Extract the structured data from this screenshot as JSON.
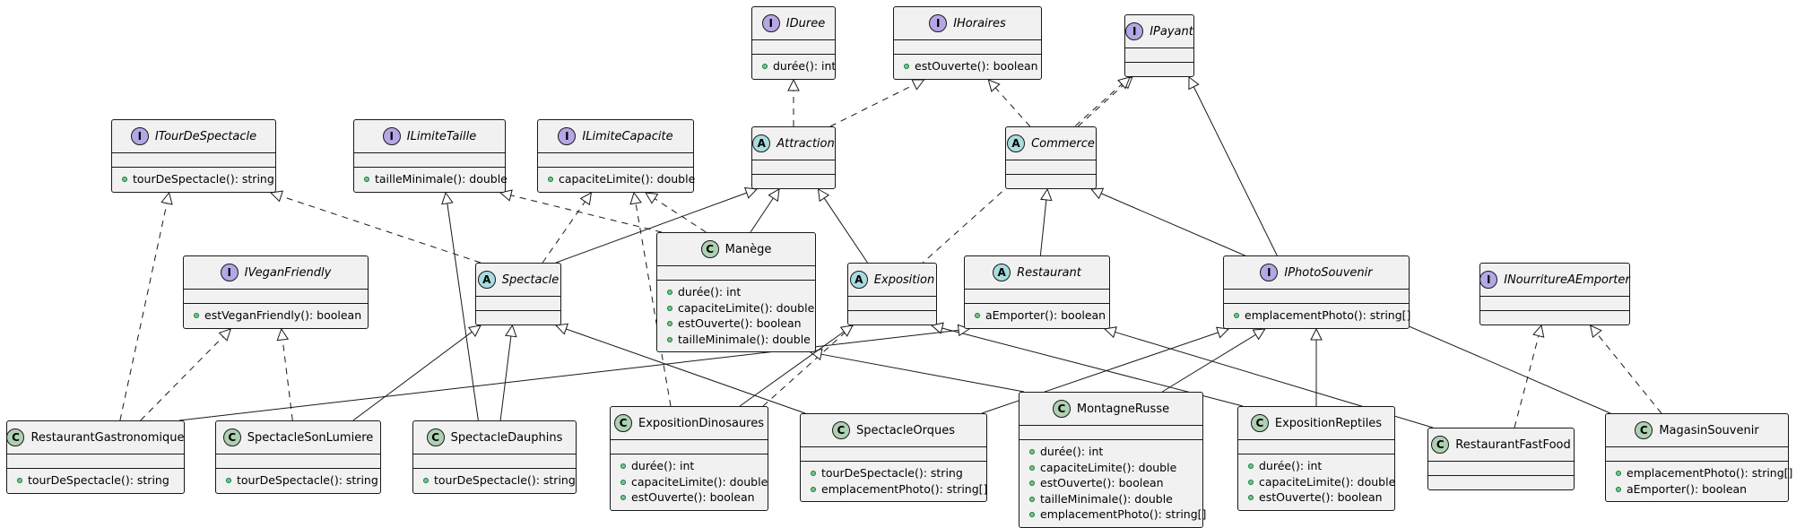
{
  "diagram": {
    "type": "uml-class-diagram",
    "colors": {
      "box_fill": "#f1f1f1",
      "border": "#181818",
      "interface_badge": "#b4a7e5",
      "abstract_badge": "#a9dcdf",
      "class_badge": "#add1b2",
      "public_method_dot": "#84be84"
    },
    "nodes": [
      {
        "id": "IDuree",
        "name": "IDuree",
        "kind": "interface",
        "badge": "I",
        "fields": [],
        "methods": [
          "durée(): int"
        ]
      },
      {
        "id": "IHoraires",
        "name": "IHoraires",
        "kind": "interface",
        "badge": "I",
        "fields": [],
        "methods": [
          "estOuverte(): boolean"
        ]
      },
      {
        "id": "IPayant",
        "name": "IPayant",
        "kind": "interface",
        "badge": "I",
        "fields": [],
        "methods": []
      },
      {
        "id": "ITourDeSpectacle",
        "name": "ITourDeSpectacle",
        "kind": "interface",
        "badge": "I",
        "fields": [],
        "methods": [
          "tourDeSpectacle(): string"
        ]
      },
      {
        "id": "ILimiteTaille",
        "name": "ILimiteTaille",
        "kind": "interface",
        "badge": "I",
        "fields": [],
        "methods": [
          "tailleMinimale(): double"
        ]
      },
      {
        "id": "ILimiteCapacite",
        "name": "ILimiteCapacite",
        "kind": "interface",
        "badge": "I",
        "fields": [],
        "methods": [
          "capaciteLimite(): double"
        ]
      },
      {
        "id": "Attraction",
        "name": "Attraction",
        "kind": "abstract",
        "badge": "A",
        "fields": [],
        "methods": []
      },
      {
        "id": "Commerce",
        "name": "Commerce",
        "kind": "abstract",
        "badge": "A",
        "fields": [],
        "methods": []
      },
      {
        "id": "IVeganFriendly",
        "name": "IVeganFriendly",
        "kind": "interface",
        "badge": "I",
        "fields": [],
        "methods": [
          "estVeganFriendly(): boolean"
        ]
      },
      {
        "id": "Spectacle",
        "name": "Spectacle",
        "kind": "abstract",
        "badge": "A",
        "fields": [],
        "methods": []
      },
      {
        "id": "Manege",
        "name": "Manège",
        "kind": "class",
        "badge": "C",
        "fields": [],
        "methods": [
          "durée(): int",
          "capaciteLimite(): double",
          "estOuverte(): boolean",
          "tailleMinimale(): double"
        ]
      },
      {
        "id": "Exposition",
        "name": "Exposition",
        "kind": "abstract",
        "badge": "A",
        "fields": [],
        "methods": []
      },
      {
        "id": "Restaurant",
        "name": "Restaurant",
        "kind": "abstract",
        "badge": "A",
        "fields": [],
        "methods": [
          "aEmporter(): boolean"
        ]
      },
      {
        "id": "IPhotoSouvenir",
        "name": "IPhotoSouvenir",
        "kind": "interface",
        "badge": "I",
        "fields": [],
        "methods": [
          "emplacementPhoto(): string[]"
        ]
      },
      {
        "id": "INourritureAEmporter",
        "name": "INourritureAEmporter",
        "kind": "interface",
        "badge": "I",
        "fields": [],
        "methods": []
      },
      {
        "id": "RestaurantGastronomique",
        "name": "RestaurantGastronomique",
        "kind": "class",
        "badge": "C",
        "fields": [],
        "methods": [
          "tourDeSpectacle(): string"
        ]
      },
      {
        "id": "SpectacleSonLumiere",
        "name": "SpectacleSonLumiere",
        "kind": "class",
        "badge": "C",
        "fields": [],
        "methods": [
          "tourDeSpectacle(): string"
        ]
      },
      {
        "id": "SpectacleDauphins",
        "name": "SpectacleDauphins",
        "kind": "class",
        "badge": "C",
        "fields": [],
        "methods": [
          "tourDeSpectacle(): string"
        ]
      },
      {
        "id": "ExpositionDinosaures",
        "name": "ExpositionDinosaures",
        "kind": "class",
        "badge": "C",
        "fields": [],
        "methods": [
          "durée(): int",
          "capaciteLimite(): double",
          "estOuverte(): boolean"
        ]
      },
      {
        "id": "SpectacleOrques",
        "name": "SpectacleOrques",
        "kind": "class",
        "badge": "C",
        "fields": [],
        "methods": [
          "tourDeSpectacle(): string",
          "emplacementPhoto(): string[]"
        ]
      },
      {
        "id": "MontagneRusse",
        "name": "MontagneRusse",
        "kind": "class",
        "badge": "C",
        "fields": [],
        "methods": [
          "durée(): int",
          "capaciteLimite(): double",
          "estOuverte(): boolean",
          "tailleMinimale(): double",
          "emplacementPhoto(): string[]"
        ]
      },
      {
        "id": "ExpositionReptiles",
        "name": "ExpositionReptiles",
        "kind": "class",
        "badge": "C",
        "fields": [],
        "methods": [
          "durée(): int",
          "capaciteLimite(): double",
          "estOuverte(): boolean"
        ]
      },
      {
        "id": "RestaurantFastFood",
        "name": "RestaurantFastFood",
        "kind": "class",
        "badge": "C",
        "fields": [],
        "methods": []
      },
      {
        "id": "MagasinSouvenir",
        "name": "MagasinSouvenir",
        "kind": "class",
        "badge": "C",
        "fields": [],
        "methods": [
          "emplacementPhoto(): string[]",
          "aEmporter(): boolean"
        ]
      }
    ],
    "edges": [
      {
        "from": "Attraction",
        "to": "IDuree",
        "type": "realization"
      },
      {
        "from": "Attraction",
        "to": "IHoraires",
        "type": "realization"
      },
      {
        "from": "Commerce",
        "to": "IHoraires",
        "type": "realization"
      },
      {
        "from": "Commerce",
        "to": "IPayant",
        "type": "realization"
      },
      {
        "from": "ExpositionDinosaures",
        "to": "IPayant",
        "type": "realization"
      },
      {
        "from": "IPhotoSouvenir",
        "to": "IPayant",
        "type": "generalization"
      },
      {
        "from": "Spectacle",
        "to": "ITourDeSpectacle",
        "type": "realization"
      },
      {
        "from": "RestaurantGastronomique",
        "to": "ITourDeSpectacle",
        "type": "realization"
      },
      {
        "from": "Manege",
        "to": "ILimiteTaille",
        "type": "realization"
      },
      {
        "from": "SpectacleDauphins",
        "to": "ILimiteTaille",
        "type": "generalization"
      },
      {
        "from": "Spectacle",
        "to": "ILimiteCapacite",
        "type": "realization"
      },
      {
        "from": "Manege",
        "to": "ILimiteCapacite",
        "type": "realization"
      },
      {
        "from": "ExpositionDinosaures",
        "to": "ILimiteCapacite",
        "type": "realization"
      },
      {
        "from": "Spectacle",
        "to": "Attraction",
        "type": "generalization"
      },
      {
        "from": "Manege",
        "to": "Attraction",
        "type": "generalization"
      },
      {
        "from": "Exposition",
        "to": "Attraction",
        "type": "generalization"
      },
      {
        "from": "Restaurant",
        "to": "Commerce",
        "type": "generalization"
      },
      {
        "from": "MagasinSouvenir",
        "to": "Commerce",
        "type": "generalization"
      },
      {
        "from": "RestaurantGastronomique",
        "to": "IVeganFriendly",
        "type": "realization"
      },
      {
        "from": "SpectacleSonLumiere",
        "to": "IVeganFriendly",
        "type": "realization"
      },
      {
        "from": "SpectacleSonLumiere",
        "to": "Spectacle",
        "type": "generalization"
      },
      {
        "from": "SpectacleDauphins",
        "to": "Spectacle",
        "type": "generalization"
      },
      {
        "from": "SpectacleOrques",
        "to": "Spectacle",
        "type": "generalization"
      },
      {
        "from": "MontagneRusse",
        "to": "Manege",
        "type": "generalization"
      },
      {
        "from": "ExpositionDinosaures",
        "to": "Exposition",
        "type": "generalization"
      },
      {
        "from": "ExpositionReptiles",
        "to": "Exposition",
        "type": "generalization"
      },
      {
        "from": "RestaurantGastronomique",
        "to": "Restaurant",
        "type": "generalization"
      },
      {
        "from": "RestaurantFastFood",
        "to": "Restaurant",
        "type": "generalization"
      },
      {
        "from": "MontagneRusse",
        "to": "IPhotoSouvenir",
        "type": "generalization"
      },
      {
        "from": "ExpositionReptiles",
        "to": "IPhotoSouvenir",
        "type": "generalization"
      },
      {
        "from": "SpectacleOrques",
        "to": "IPhotoSouvenir",
        "type": "generalization"
      },
      {
        "from": "RestaurantFastFood",
        "to": "INourritureAEmporter",
        "type": "realization"
      },
      {
        "from": "MagasinSouvenir",
        "to": "INourritureAEmporter",
        "type": "realization"
      }
    ]
  }
}
